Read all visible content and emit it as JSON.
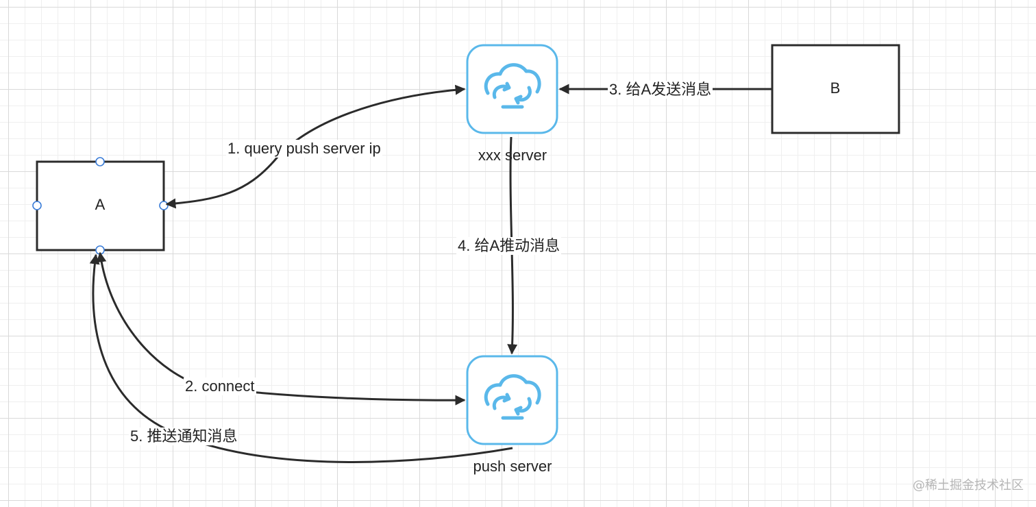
{
  "nodes": {
    "a": {
      "label": "A"
    },
    "b": {
      "label": "B"
    },
    "xxx_server": {
      "label": "xxx server",
      "icon": "cloud-sync-icon"
    },
    "push_server": {
      "label": "push server",
      "icon": "cloud-sync-icon"
    }
  },
  "edges": {
    "query_push_server_ip": {
      "label": "1. query push server ip",
      "from": "xxx server",
      "to": "A"
    },
    "connect": {
      "label": "2. connect",
      "from": "A",
      "to": "push server"
    },
    "send_message_to_a": {
      "label": "3. 给A发送消息",
      "from": "B",
      "to": "xxx server"
    },
    "push_message_to_a": {
      "label": "4. 给A推动消息",
      "from": "xxx server",
      "to": "push server"
    },
    "push_notification": {
      "label": "5. 推送通知消息",
      "from": "push server",
      "to": "A"
    }
  },
  "watermark": "@稀土掘金技术社区",
  "colors": {
    "stroke": "#2b2b2b",
    "cloud": "#5ab8ea",
    "handle": "#3b7dd8",
    "grid": "#d9d9d9"
  }
}
